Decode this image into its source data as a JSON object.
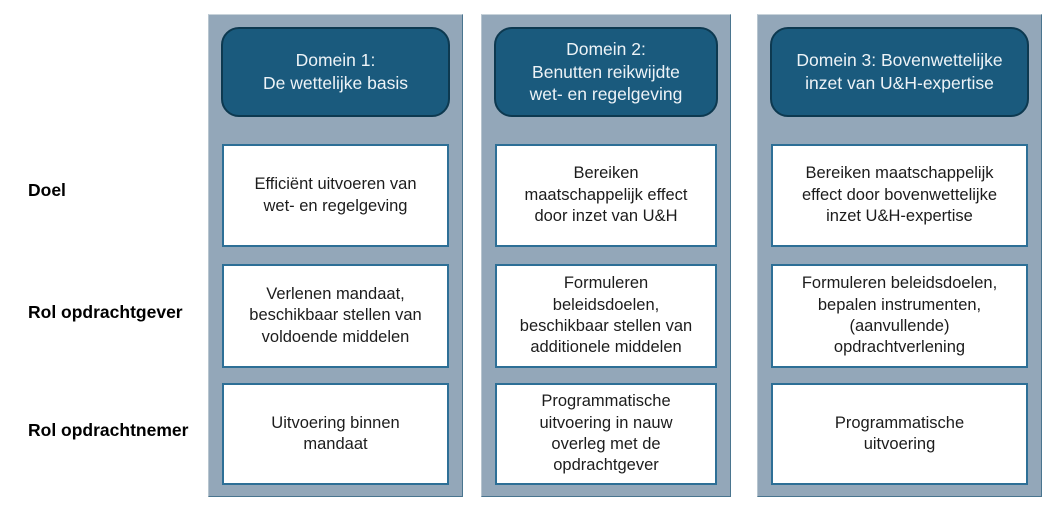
{
  "row_labels": [
    "Doel",
    "Rol opdrachtgever",
    "Rol opdrachtnemer"
  ],
  "columns": [
    {
      "header": "Domein 1:\nDe wettelijke basis",
      "doel": "Efficiënt uitvoeren van\nwet- en regelgeving",
      "rol_opdrachtgever": "Verlenen mandaat,\nbeschikbaar stellen van\nvoldoende middelen",
      "rol_opdrachtnemer": "Uitvoering binnen\nmandaat"
    },
    {
      "header": "Domein 2:\nBenutten reikwijdte\nwet- en regelgeving",
      "doel": "Bereiken\nmaatschappelijk effect\ndoor inzet van U&H",
      "rol_opdrachtgever": "Formuleren\nbeleidsdoelen,\nbeschikbaar stellen van\nadditionele middelen",
      "rol_opdrachtnemer": "Programmatische\nuitvoering in nauw\noverleg met de\nopdrachtgever"
    },
    {
      "header": "Domein 3: Bovenwettelijke\ninzet van U&H-expertise",
      "doel": "Bereiken maatschappelijk\neffect door bovenwettelijke\ninzet U&H-expertise",
      "rol_opdrachtgever": "Formuleren beleidsdoelen,\nbepalen instrumenten,\n(aanvullende)\nopdrachtverlening",
      "rol_opdrachtnemer": "Programmatische\nuitvoering"
    }
  ],
  "colors": {
    "column_background": "#93a7b9",
    "column_edge_dark": "#4a758f",
    "header_fill": "#1a5a7d",
    "header_border": "#0d3950",
    "header_text": "#edf3f7",
    "cell_border": "#2d6f96",
    "cell_background": "#ffffff",
    "body_text": "#1c1c1c",
    "label_text": "#000000"
  }
}
